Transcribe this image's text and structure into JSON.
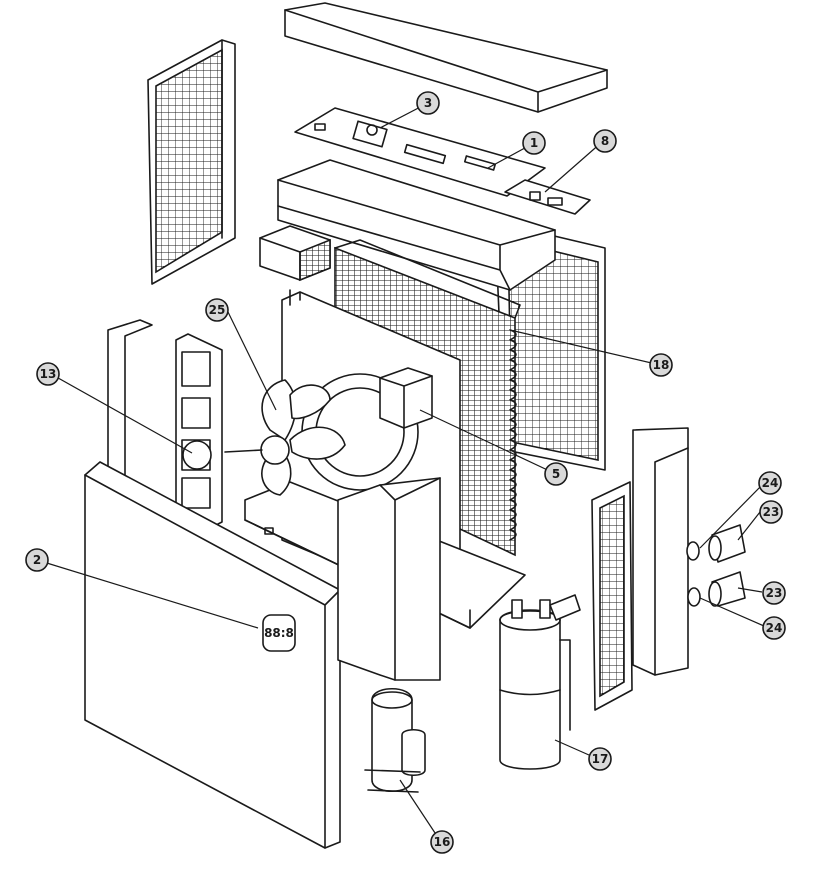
{
  "callouts": [
    {
      "id": "c1",
      "label": "1"
    },
    {
      "id": "c2",
      "label": "2"
    },
    {
      "id": "c3",
      "label": "3"
    },
    {
      "id": "c5",
      "label": "5"
    },
    {
      "id": "c8",
      "label": "8"
    },
    {
      "id": "c13",
      "label": "13"
    },
    {
      "id": "c16",
      "label": "16"
    },
    {
      "id": "c17",
      "label": "17"
    },
    {
      "id": "c18",
      "label": "18"
    },
    {
      "id": "c23a",
      "label": "23"
    },
    {
      "id": "c23b",
      "label": "23"
    },
    {
      "id": "c24a",
      "label": "24"
    },
    {
      "id": "c24b",
      "label": "24"
    },
    {
      "id": "c25",
      "label": "25"
    }
  ],
  "display": {
    "readout": "88:8"
  },
  "colors": {
    "line": "#1a1a1a",
    "callout_fill": "#d9d9d9",
    "panel_fill": "#ffffff",
    "shade_fill": "#eeeeee"
  }
}
